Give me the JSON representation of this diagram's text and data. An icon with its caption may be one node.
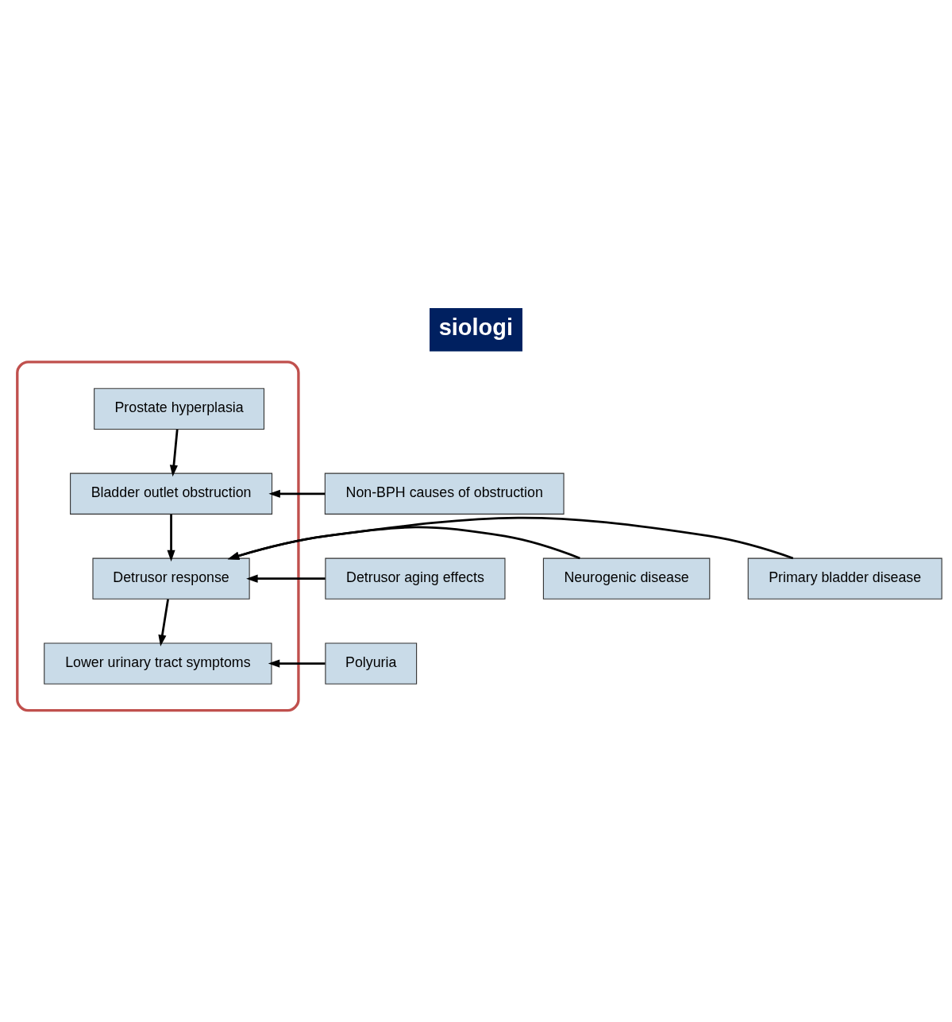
{
  "diagram": {
    "title": "siologi",
    "nodes": [
      {
        "text": [],
        "shape": "ellipse"
      },
      {
        "text": [
          "Prostate hyperplasia"
        ],
        "in": 0
      },
      {
        "text": [
          "Bladder outlet obstruction"
        ],
        "in": 0
      },
      {
        "text": [
          "Non-BPH causes of obstruction"
        ]
      },
      {
        "text": [
          "Detrusor aging effects"
        ]
      },
      {
        "text": [
          "Detrusor response"
        ],
        "in": 0
      },
      {
        "text": [
          "Neurogenic disease"
        ]
      },
      {
        "text": [
          "Primary bladder disease"
        ]
      },
      {
        "text": [
          "Lower urinary tract symptoms"
        ],
        "in": 0
      },
      {
        "text": [
          "Polyuria"
        ]
      }
    ],
    "edges": [
      {
        "from": 1,
        "to": 2,
        "arrow": "to"
      },
      {
        "from": 3,
        "to": 2,
        "arrow": "to"
      },
      {
        "from": 2,
        "to": 5,
        "arrow": "to"
      },
      {
        "from": 4,
        "to": 5,
        "arrow": "to"
      },
      {
        "from": 6,
        "to": 5,
        "arrow": "to"
      },
      {
        "from": 7,
        "to": 5,
        "arrow": "to"
      },
      {
        "from": 5,
        "to": 8,
        "arrow": "to"
      },
      {
        "from": 9,
        "to": 8,
        "arrow": "to"
      }
    ]
  }
}
